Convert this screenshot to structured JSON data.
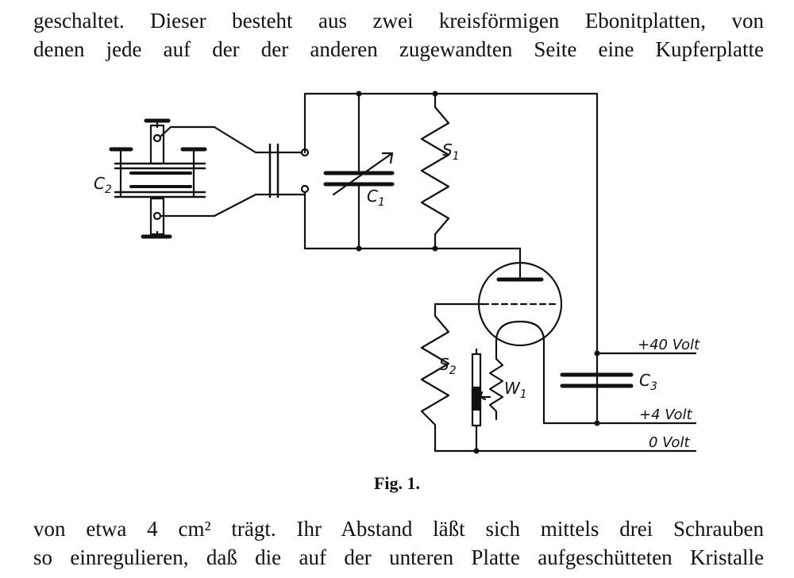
{
  "text": {
    "top_lines": [
      "geschaltet.  Dieser besteht aus zwei kreisförmigen Ebonitplatten, von",
      "denen jede auf der der anderen zugewandten Seite eine Kupferplatte"
    ],
    "bottom_lines": [
      "von etwa 4 cm² trägt.  Ihr Abstand läßt sich mittels drei Schrauben",
      "so einregulieren, daß die auf der unteren Platte aufgeschütteten Kristalle"
    ]
  },
  "figure": {
    "caption": "Fig. 1.",
    "labels": {
      "c1": "C",
      "c1_sub": "1",
      "c2": "C",
      "c2_sub": "2",
      "c3": "C",
      "c3_sub": "3",
      "s1": "S",
      "s1_sub": "1",
      "s2": "S",
      "s2_sub": "2",
      "w1": "W",
      "w1_sub": "1",
      "v40": "+40 Volt",
      "v4": "+4 Volt",
      "v0": "0 Volt"
    }
  }
}
